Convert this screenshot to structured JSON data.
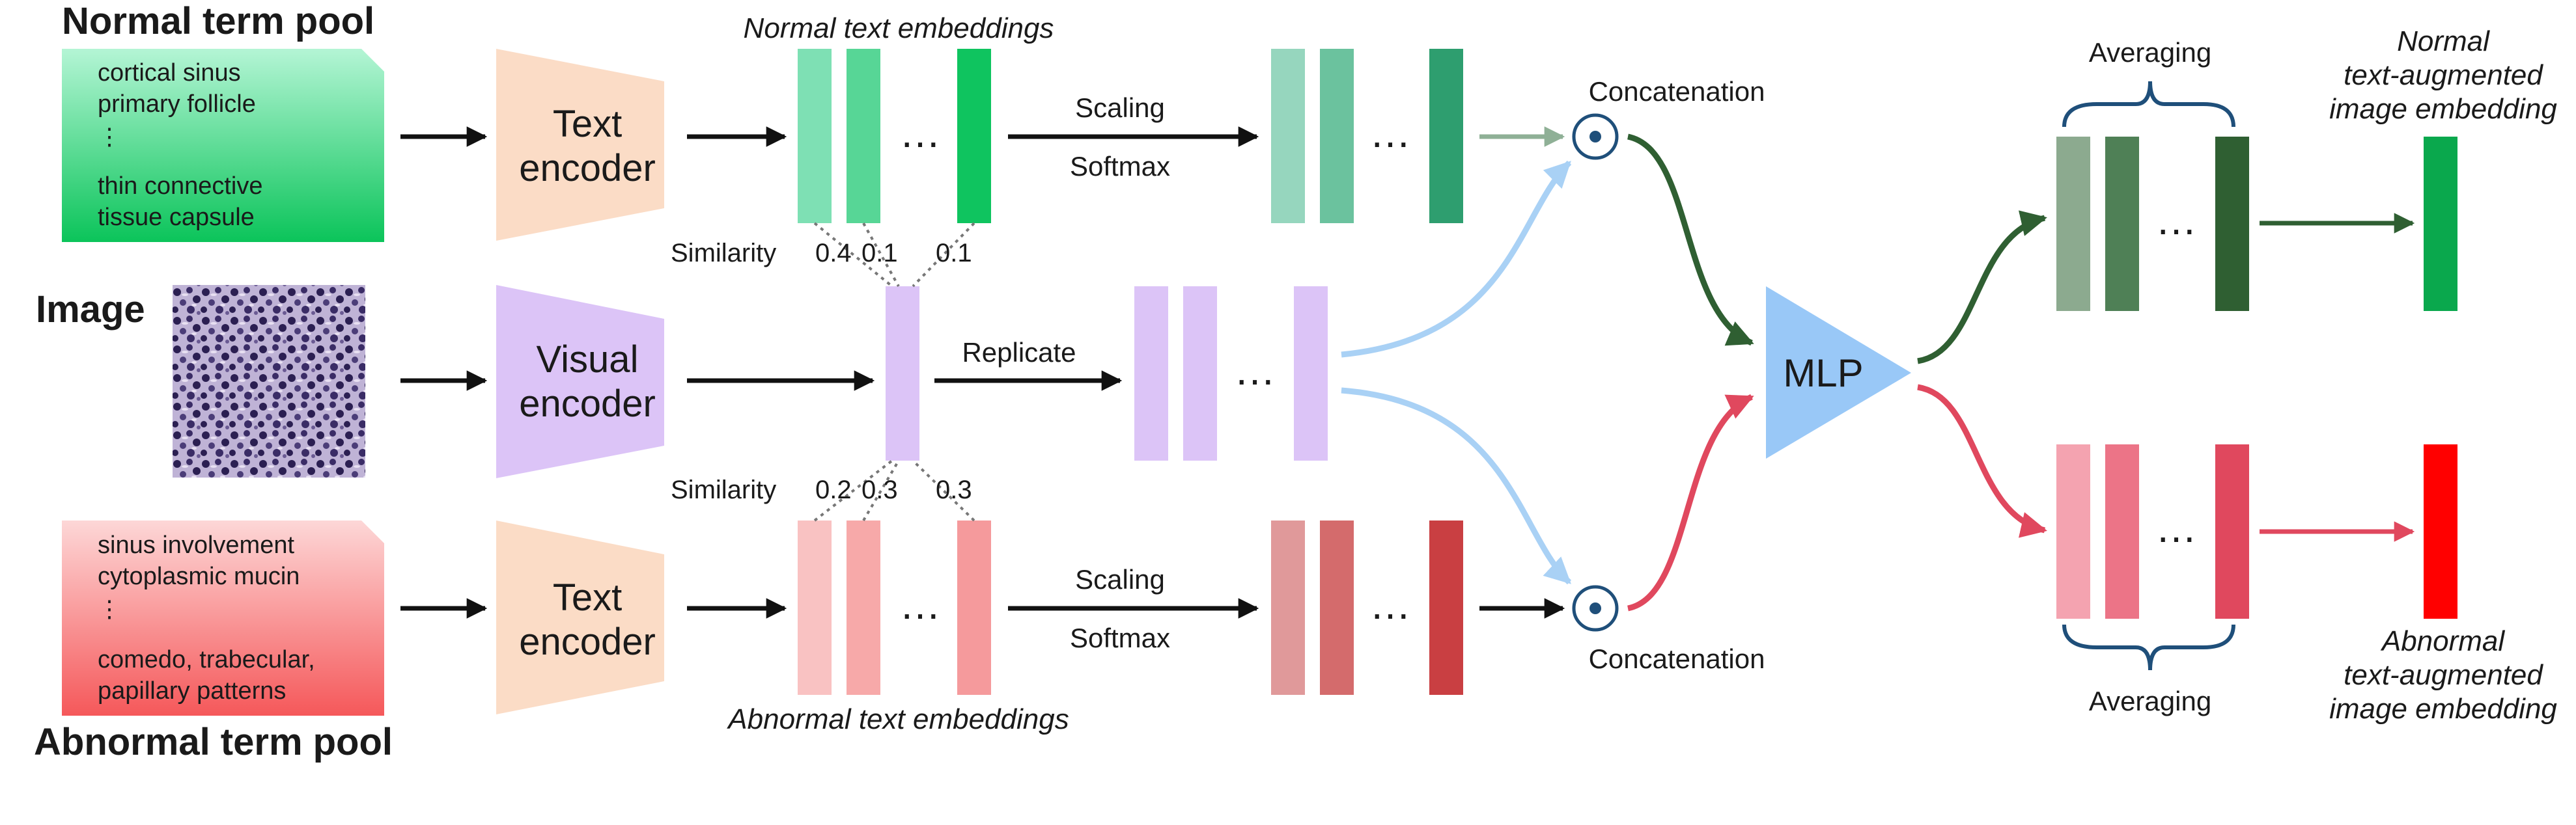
{
  "normal_pool": {
    "title": "Normal term pool",
    "items": [
      "cortical sinus",
      "primary follicle",
      "⋮",
      "thin connective",
      "tissue capsule"
    ]
  },
  "abnormal_pool": {
    "title": "Abnormal term pool",
    "items": [
      "sinus involvement",
      "cytoplasmic mucin",
      "⋮",
      "comedo, trabecular,",
      "papillary patterns"
    ]
  },
  "image_label": "Image",
  "encoders": {
    "text_top": [
      "Text",
      "encoder"
    ],
    "visual": [
      "Visual",
      "encoder"
    ],
    "text_bottom": [
      "Text",
      "encoder"
    ]
  },
  "captions": {
    "normal_embeddings": "Normal text embeddings",
    "abnormal_embeddings": "Abnormal text embeddings"
  },
  "similarity": {
    "label": "Similarity",
    "normal_values": [
      "0.4",
      "0.1",
      "0.1"
    ],
    "abnormal_values": [
      "0.2",
      "0.3",
      "0.3"
    ]
  },
  "ops": {
    "scaling": "Scaling",
    "softmax": "Softmax",
    "replicate": "Replicate",
    "concatenation": "Concatenation",
    "mlp": "MLP",
    "averaging": "Averaging",
    "ellipsis": "…"
  },
  "outputs": {
    "normal": [
      "Normal",
      "text-augmented",
      "image embedding"
    ],
    "abnormal": [
      "Abnormal",
      "text-augmented",
      "image embedding"
    ]
  },
  "colors": {
    "normal_emb": [
      "#7ee0b4",
      "#57d696",
      "#0fc45f"
    ],
    "normal_soft": [
      "#96d6be",
      "#6bc29e",
      "#2e9e6f"
    ],
    "normal_avg": [
      "#8caa8f",
      "#4f8056",
      "#2f5f32"
    ],
    "normal_out": "#0aa84d",
    "abnormal_emb": [
      "#f9c2c2",
      "#f7a9a9",
      "#f59a9c"
    ],
    "abnormal_soft": [
      "#e0999a",
      "#d46b6c",
      "#c93f42"
    ],
    "abnormal_avg": [
      "#f4a3b0",
      "#ec7487",
      "#e0485e"
    ],
    "abnormal_out": "#ff0000",
    "visual": "#dcc4f7",
    "mlp": "#99c8f7",
    "green_arrow": "#2f5f32",
    "red_arrow": "#e0485e",
    "blue_arrow": "#a9d1f5"
  }
}
